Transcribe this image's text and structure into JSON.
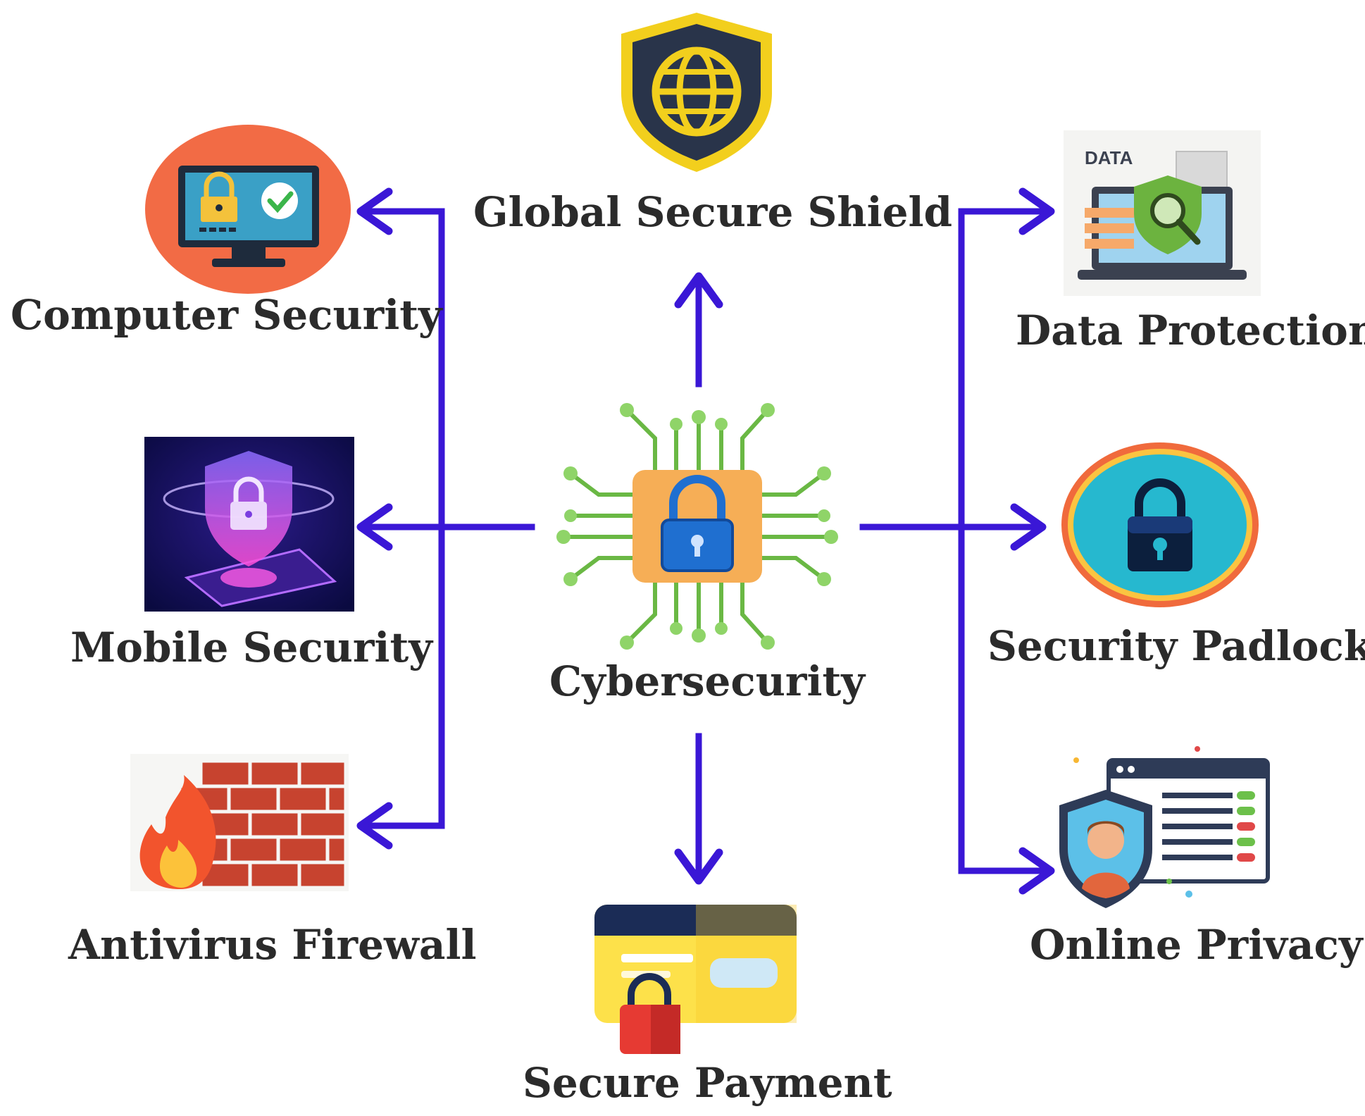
{
  "center": {
    "label": "Cybersecurity",
    "icon": "circuit-padlock-icon"
  },
  "nodes": {
    "global_shield": {
      "label": "Global Secure Shield",
      "icon": "globe-shield-icon"
    },
    "computer_security": {
      "label": "Computer Security",
      "icon": "monitor-lock-icon"
    },
    "mobile_security": {
      "label": "Mobile Security",
      "icon": "holographic-lock-shield-icon"
    },
    "antivirus_firewall": {
      "label": "Antivirus Firewall",
      "icon": "fire-brick-wall-icon"
    },
    "secure_payment": {
      "label": "Secure Payment",
      "icon": "credit-card-lock-icon"
    },
    "data_protection": {
      "label": "Data Protection",
      "icon": "data-laptop-shield-icon",
      "badge": "DATA"
    },
    "security_padlock": {
      "label": "Security Padlock",
      "icon": "padlock-circle-icon"
    },
    "online_privacy": {
      "label": "Online Privacy",
      "icon": "user-shield-browser-icon"
    }
  },
  "colors": {
    "arrow": "#3a17d6",
    "circuit": "#6ab844",
    "chip": "#f6ae56",
    "lock_blue": "#1f6fd0",
    "label_text": "#2b2b2b",
    "shield_gold": "#f2cf1d",
    "shield_navy": "#29344a",
    "monitor_orange": "#f26b45",
    "padlock_teal": "#26b8cf",
    "brick_red": "#c7432f",
    "card_yellow": "#fde14a",
    "card_navy": "#1b2c56"
  }
}
